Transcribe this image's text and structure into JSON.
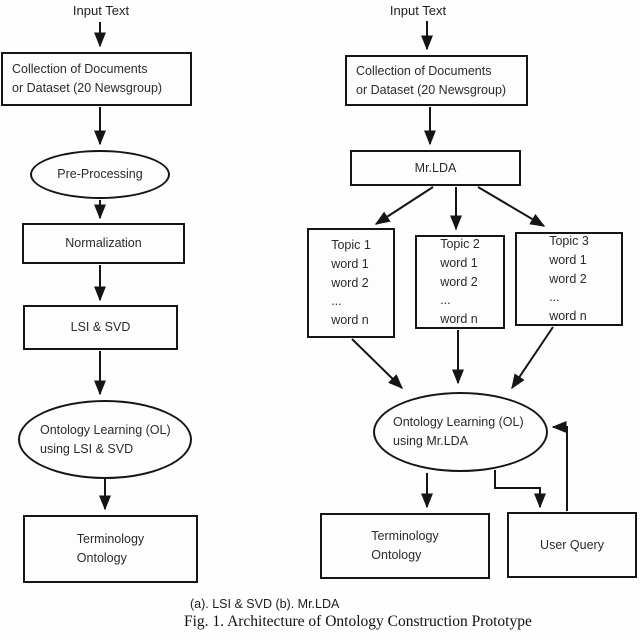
{
  "panel_a": {
    "input_label": "Input Text",
    "collection": "Collection of Documents\nor Dataset (20 Newsgroup)",
    "preprocessing": "Pre-Processing",
    "normalization": "Normalization",
    "lsi_svd": "LSI & SVD",
    "ontology_learning": "Ontology Learning (OL)\nusing LSI & SVD",
    "terminology_ontology": "Terminology\nOntology"
  },
  "panel_b": {
    "input_label": "Input Text",
    "collection": "Collection of Documents\nor Dataset (20 Newsgroup)",
    "mr_lda": "Mr.LDA",
    "topic_1": "Topic 1\nword 1\nword 2\n...\nword n",
    "topic_2": "Topic 2\nword 1\nword 2\n...\nword n",
    "topic_3": "Topic 3\nword 1\nword 2\n...\nword n",
    "ontology_learning": "Ontology Learning (OL)\nusing Mr.LDA",
    "terminology_ontology": "Terminology\nOntology",
    "user_query": "User Query"
  },
  "caption": {
    "panels": "(a). LSI & SVD (b). Mr.LDA",
    "figure": "Fig. 1. Architecture of Ontology Construction Prototype"
  },
  "colors": {
    "stroke": "#151515",
    "node_fill": "#fdfdfd",
    "text": "#2b2b2b",
    "background": "#fefefe"
  }
}
